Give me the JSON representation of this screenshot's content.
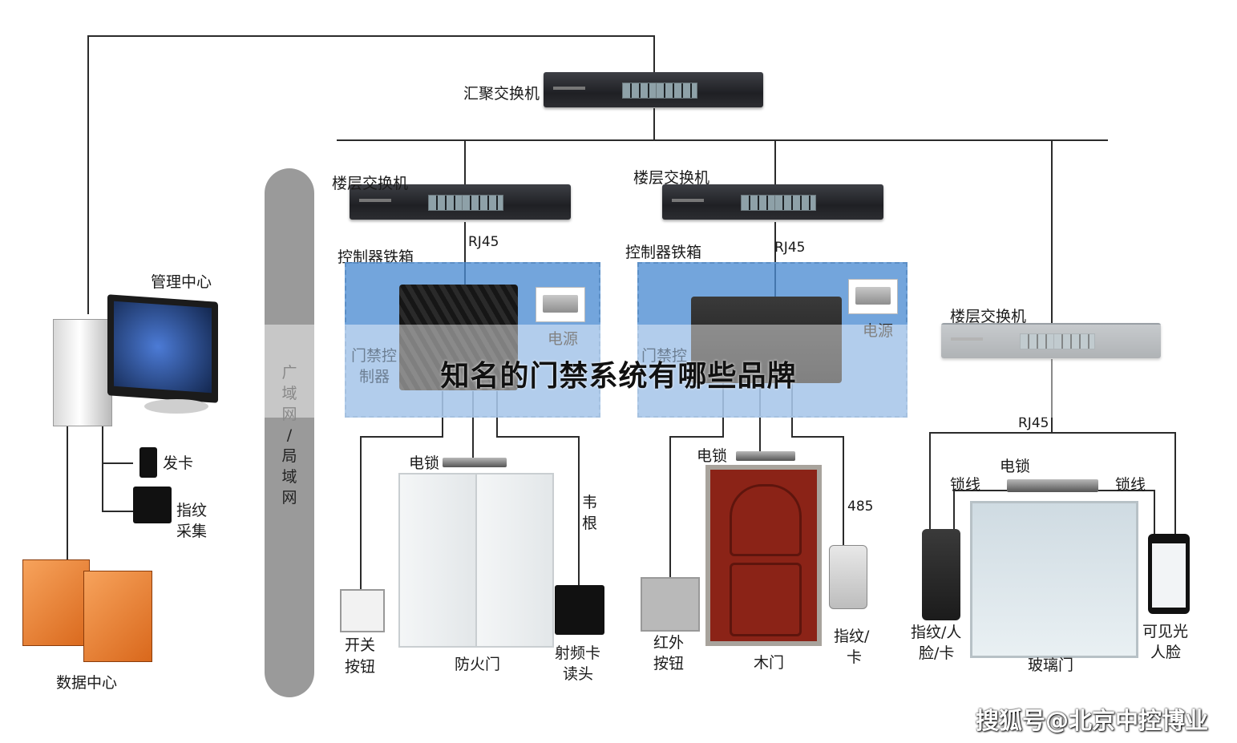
{
  "title": "知名的门禁系统有哪些品牌",
  "watermark": "搜狐号@北京中控博业",
  "network": {
    "wan_label": [
      "广",
      "域",
      "网",
      "/",
      "局",
      "域",
      "网"
    ]
  },
  "labels": {
    "core_switch": "汇聚交换机",
    "floor_switch_1": "楼层交换机",
    "floor_switch_2": "楼层交换机",
    "floor_switch_3": "楼层交换机",
    "rj45_1": "RJ45",
    "rj45_2": "RJ45",
    "rj45_3": "RJ45",
    "cabinet_1": "控制器铁箱",
    "cabinet_2": "控制器铁箱",
    "power_1": "电源",
    "power_2": "电源",
    "controller_1_line1": "门禁控",
    "controller_1_line2": "制器",
    "controller_2_line1": "门禁控",
    "management_center": "管理中心",
    "data_center": "数据中心",
    "card_issuer": "发卡",
    "fingerprint_enroll_line1": "指纹",
    "fingerprint_enroll_line2": "采集",
    "lock_1": "电锁",
    "lock_2": "电锁",
    "lock_3": "电锁",
    "exit_button_1_line1": "开关",
    "exit_button_1_line2": "按钮",
    "fire_door": "防火门",
    "wiegand_line1": "韦",
    "wiegand_line2": "根",
    "rf_reader_line1": "射频卡",
    "rf_reader_line2": "读头",
    "ir_button_line1": "红外",
    "ir_button_line2": "按钮",
    "wood_door": "木门",
    "rs485": "485",
    "fingerprint_card_line1": "指纹/",
    "fingerprint_card_line2": "卡",
    "lock_wire_left": "锁线",
    "lock_wire_right": "锁线",
    "face_terminal_line1": "指纹/人",
    "face_terminal_line2": "脸/卡",
    "visible_face_line1": "可见光",
    "visible_face_line2": "人脸",
    "glass_door": "玻璃门"
  },
  "colors": {
    "cabinet_blue": "#4c8cd2",
    "wire": "#2b2b2b",
    "wan_bar": "#9a9a9a",
    "wood": "#8b2317",
    "server_orange": "#e97a2a"
  }
}
